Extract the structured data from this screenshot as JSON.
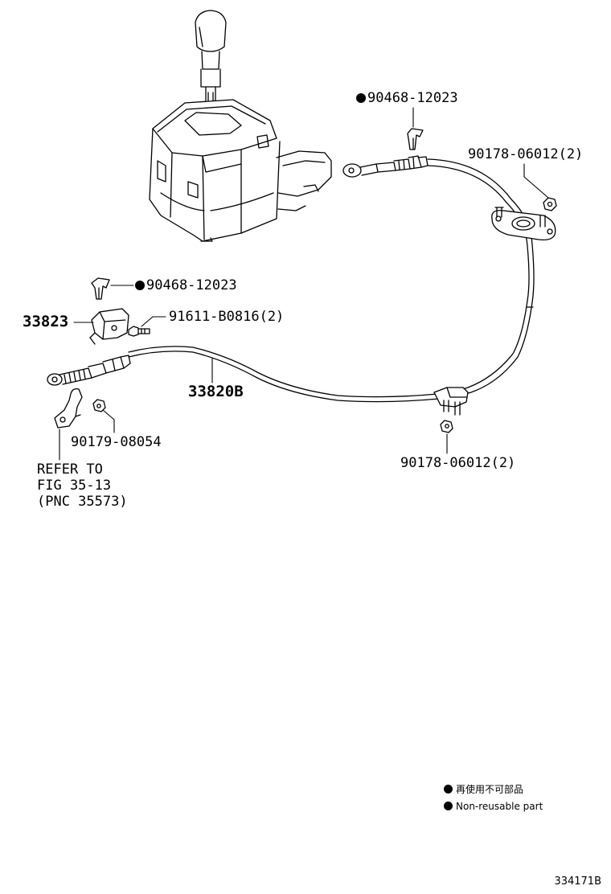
{
  "parts": {
    "clip_top": "90468-12023",
    "nut_top_right": "90178-06012(2)",
    "clip_left": "90468-12023",
    "bracket": "33823",
    "bolt": "91611-B0816(2)",
    "cable": "33820B",
    "nut_left": "90179-08054",
    "nut_bottom_right": "90178-06012(2)"
  },
  "refer_note": {
    "line1": "REFER TO",
    "line2": "FIG 35-13",
    "line3": "(PNC 35573)"
  },
  "legend": {
    "jp": "再使用不可部品",
    "en": "Non-reusable part"
  },
  "figure_id": "334171B"
}
